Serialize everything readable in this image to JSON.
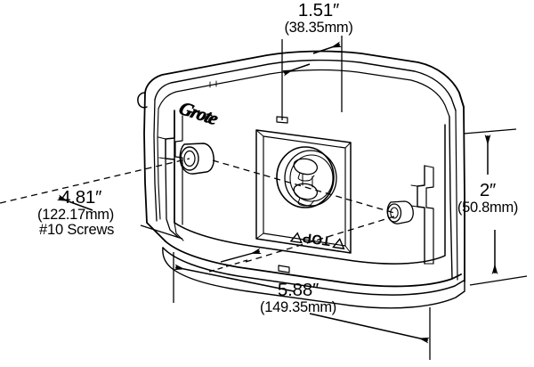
{
  "drawing": {
    "title": "Grote lamp bracket isometric dimensioned drawing",
    "line_color": "#000000",
    "fill_color": "#ffffff",
    "background": "#ffffff",
    "brand_logo": "Grote",
    "orientation_marking": "TOP",
    "orientation_arrow_left": "▽",
    "orientation_arrow_right": "△"
  },
  "dimensions": {
    "top": {
      "name": "bulb-offset-width",
      "inches": "1.51″",
      "metric": "(38.35mm)"
    },
    "right": {
      "name": "overall-height",
      "inches": "2″",
      "metric": "(50.8mm)"
    },
    "bottom": {
      "name": "overall-length",
      "inches": "5.88″",
      "metric": "(149.35mm)"
    },
    "left": {
      "name": "mounting-hole-spacing",
      "inches": "4.81″",
      "metric": "(122.17mm)",
      "note": "#10 Screws"
    }
  }
}
